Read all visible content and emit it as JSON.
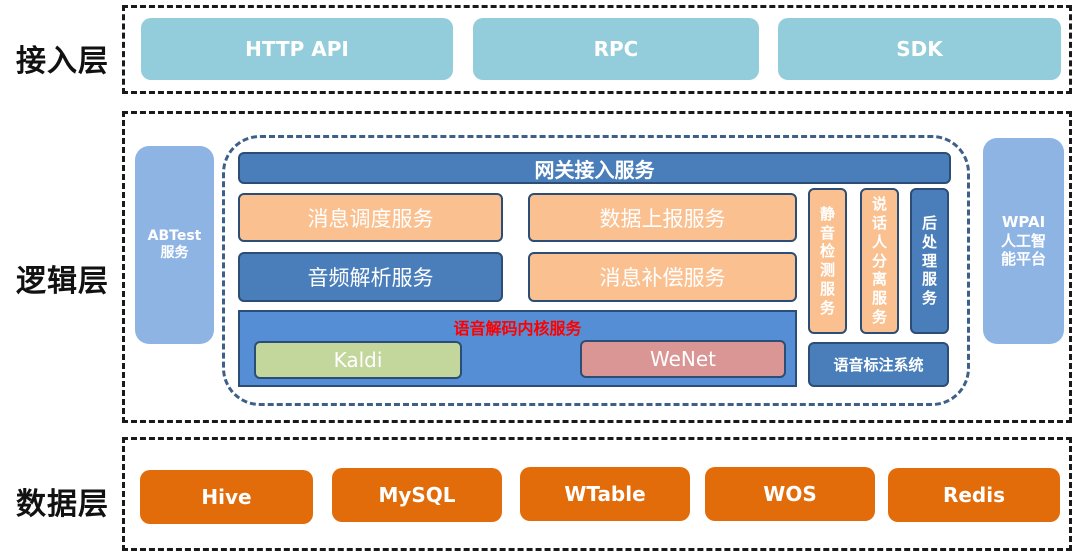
{
  "layers": {
    "access": {
      "label": "接入层",
      "items": [
        "HTTP  API",
        "RPC",
        "SDK"
      ]
    },
    "logic": {
      "label": "逻辑层",
      "abtest": "ABTest\n服务",
      "wpai": "WPAI\n人工智\n能平台",
      "gateway": "网关接入服务",
      "msg_dispatch": "消息调度服务",
      "data_report": "数据上报服务",
      "audio_parse": "音频解析服务",
      "msg_compensate": "消息补偿服务",
      "vad": "静\n音\n检\n测\n服\n务",
      "diarization": "说\n话\n人\n分\n离\n服\n务",
      "postprocess": "后\n处\n理\n服\n务",
      "core_title": "语音解码内核服务",
      "kaldi": "Kaldi",
      "wenet": "WeNet",
      "annotation": "语音标注系统"
    },
    "data": {
      "label": "数据层",
      "items": [
        "Hive",
        "MySQL",
        "WTable",
        "WOS",
        "Redis"
      ]
    }
  },
  "colors": {
    "access_box": "#93cddb",
    "data_box": "#e36c0a",
    "side_box": "#8eb4e3",
    "navy_box": "#4a7ebb",
    "peach_box": "#fac090",
    "core_box": "#558ed5",
    "kaldi": "#c3d69b",
    "wenet": "#d99694",
    "core_title": "#ff0000"
  }
}
